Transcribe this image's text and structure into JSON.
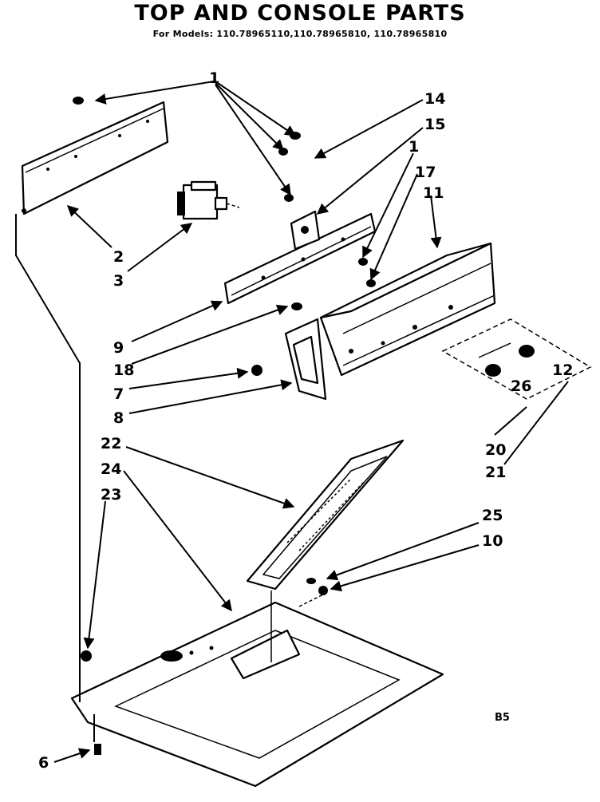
{
  "title": "TOP AND CONSOLE PARTS",
  "models_line": "For Models: 110.78965110,110.78965810, 110.78965810",
  "page_code": "B5",
  "callouts": [
    "1",
    "14",
    "15",
    "1",
    "17",
    "11",
    "2",
    "3",
    "9",
    "18",
    "7",
    "8",
    "12",
    "26",
    "20",
    "21",
    "22",
    "24",
    "23",
    "25",
    "10",
    "6"
  ]
}
